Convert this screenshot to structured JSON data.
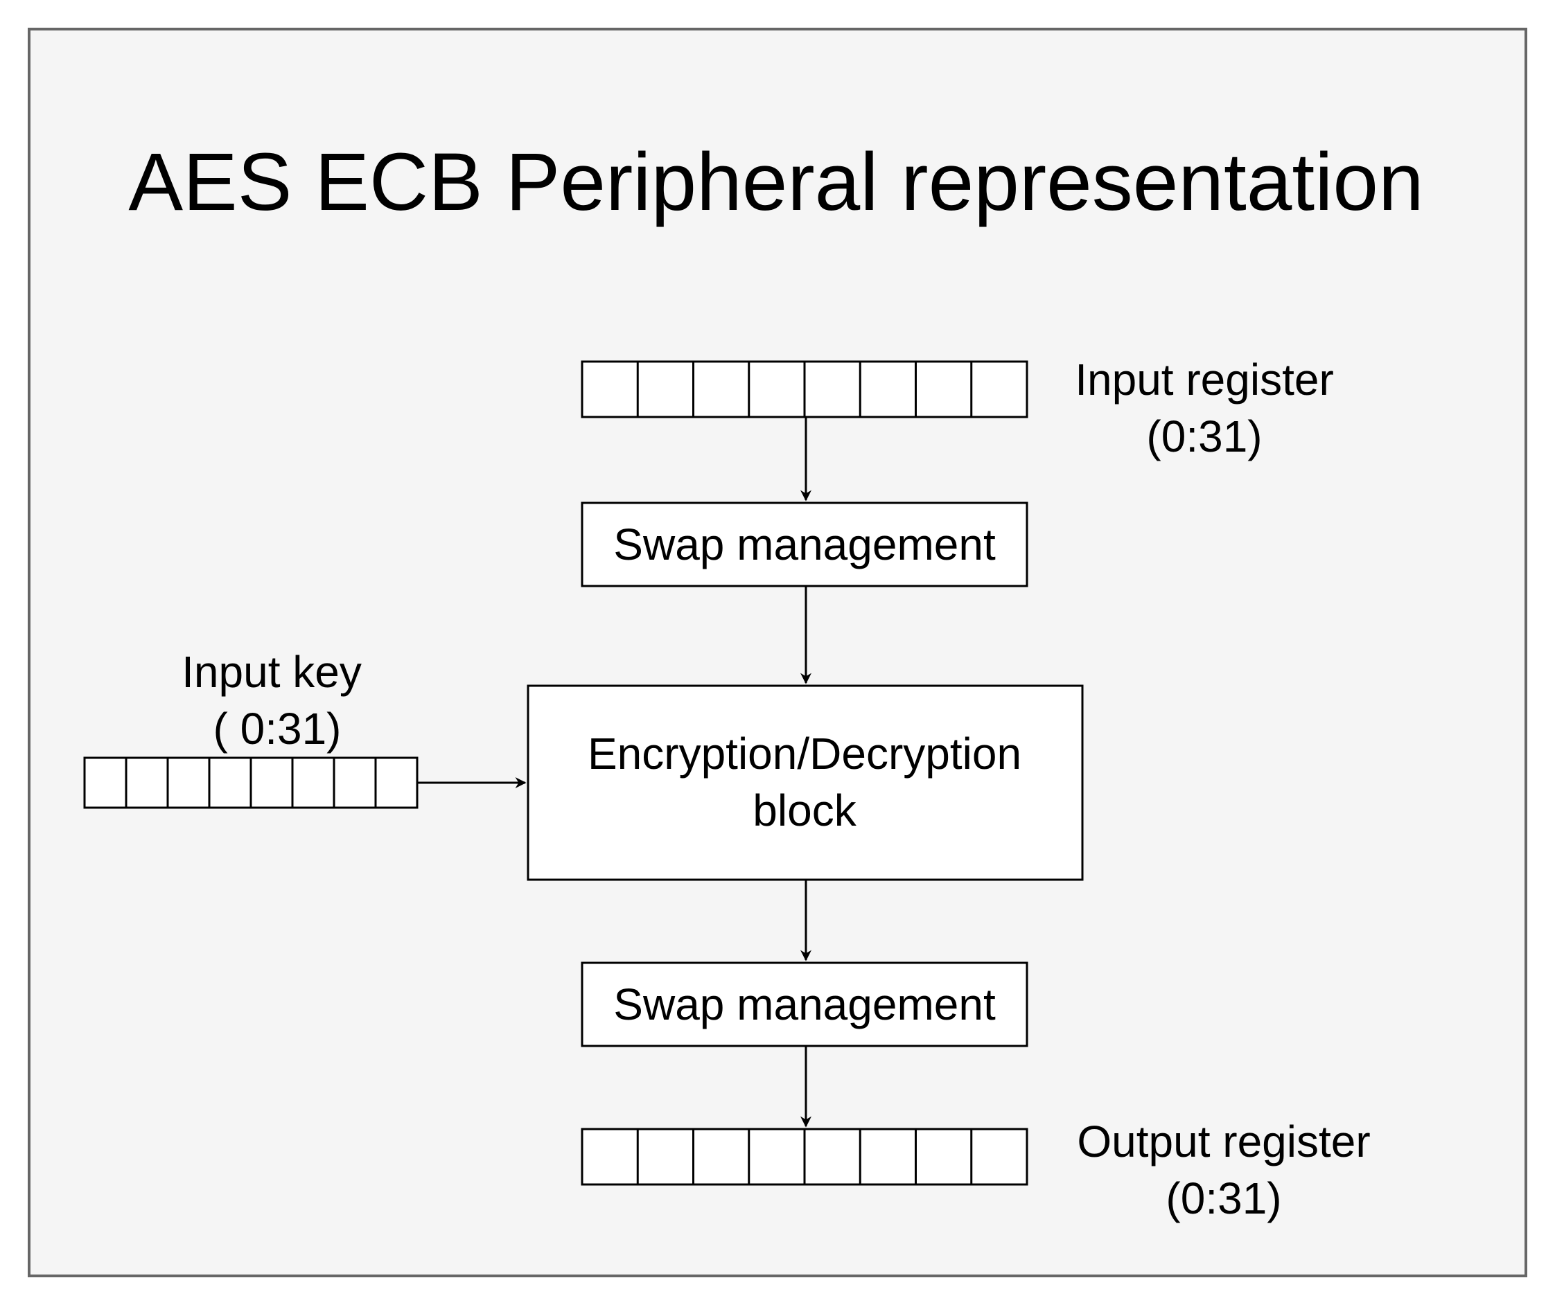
{
  "title": "AES ECB Peripheral representation",
  "input_register": {
    "label_line1": "Input register",
    "label_line2": "(0:31)",
    "cell_count": 8
  },
  "swap_top": {
    "label": "Swap management"
  },
  "input_key": {
    "label_line1": "Input key",
    "label_line2": "( 0:31)",
    "cell_count": 8
  },
  "crypto_block": {
    "label_line1": "Encryption/Decryption",
    "label_line2": "block"
  },
  "swap_bottom": {
    "label": "Swap management"
  },
  "output_register": {
    "label_line1": "Output register",
    "label_line2": "(0:31)",
    "cell_count": 8
  },
  "colors": {
    "frame_fill": "#f5f5f5",
    "frame_stroke": "#666666",
    "box_fill": "#ffffff",
    "line": "#000000"
  }
}
